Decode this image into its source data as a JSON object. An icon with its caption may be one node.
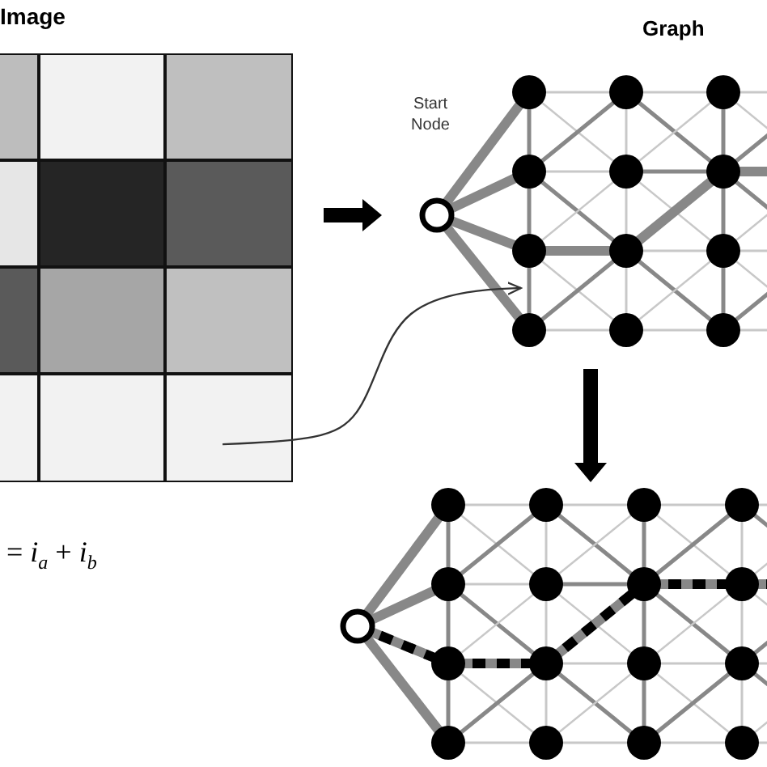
{
  "diagram": {
    "nodes": [
      {
        "text": [
          "Image"
        ]
      },
      {
        "text": [],
        "shape": "box",
        "in": 0
      },
      {
        "text": [],
        "shape": "box",
        "in": 0
      },
      {
        "text": [],
        "shape": "box",
        "in": 0
      },
      {
        "text": [],
        "shape": "box",
        "in": 0
      },
      {
        "text": [],
        "shape": "box",
        "in": 0
      },
      {
        "text": [],
        "shape": "box",
        "in": 0
      },
      {
        "text": [],
        "shape": "box",
        "in": 0
      },
      {
        "text": [],
        "shape": "box",
        "in": 0
      },
      {
        "text": [],
        "shape": "box",
        "in": 0
      },
      {
        "text": [],
        "shape": "box",
        "in": 0
      },
      {
        "text": [],
        "shape": "box",
        "in": 0
      },
      {
        "text": [],
        "shape": "box",
        "in": 0
      },
      {
        "text": [
          "Graph",
          "Start Node"
        ]
      },
      {
        "text": [],
        "shape": "picture"
      }
    ],
    "edges": [
      {
        "from": 0,
        "to": 13,
        "arrow": "to"
      },
      {
        "from": 13,
        "to": 14,
        "arrow": "to"
      },
      {
        "from": 12,
        "to": 13,
        "arrow": "to"
      }
    ],
    "labels": [
      "= *i*$_{a}$ + *i*$_{b}$"
    ]
  }
}
